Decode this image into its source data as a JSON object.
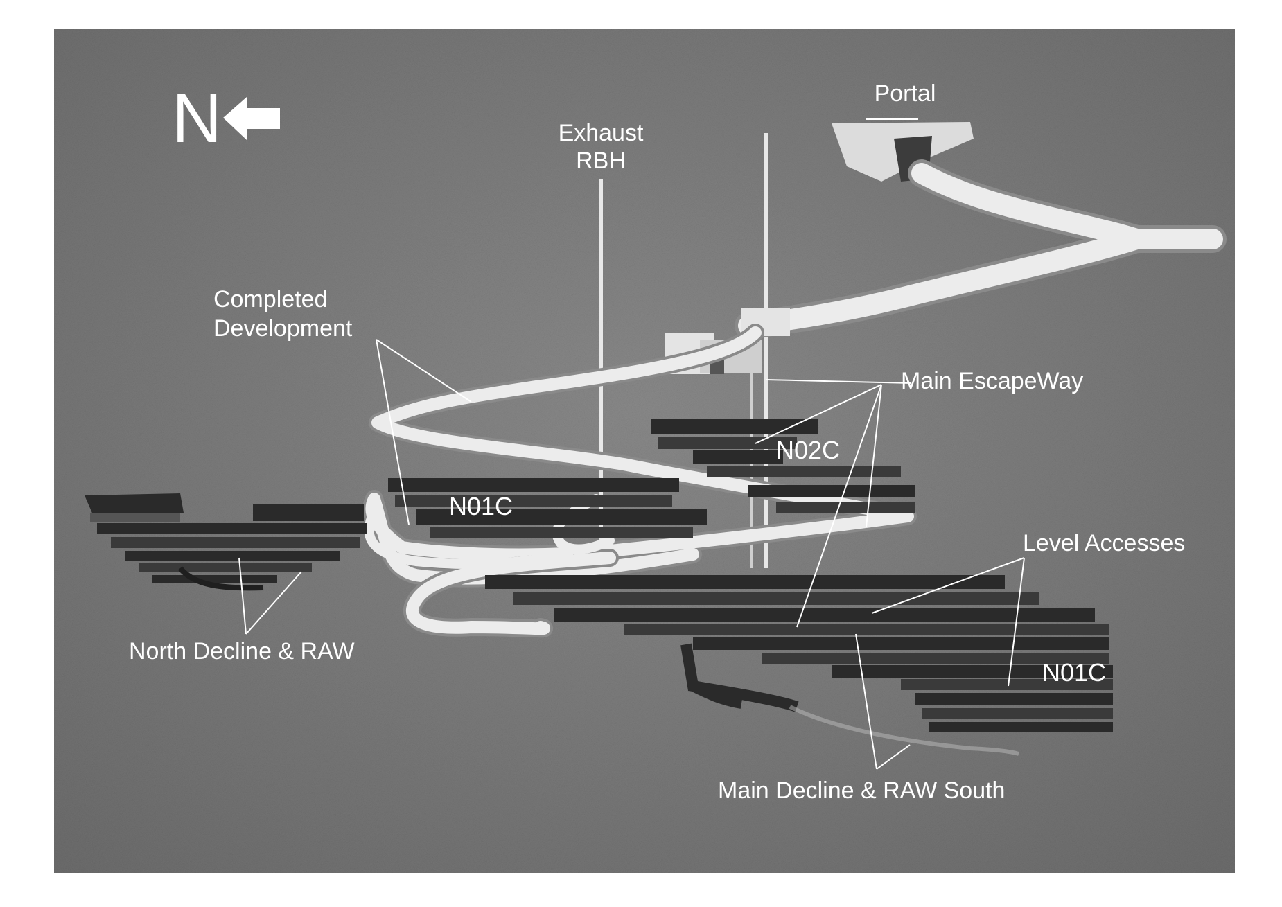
{
  "north_label": "N",
  "labels": {
    "portal": "Portal",
    "exhaust_line1": "Exhaust",
    "exhaust_line2": "RBH",
    "completed_line1": "Completed",
    "completed_line2": "Development",
    "main_escapeway": "Main EscapeWay",
    "n02c": "N02C",
    "n01c_center": "N01C",
    "n01c_right": "N01C",
    "level_accesses": "Level Accesses",
    "north_decline": "North Decline & RAW",
    "main_decline": "Main Decline & RAW South"
  },
  "colors": {
    "background": "#7a7a7a",
    "development": "#ececec",
    "orebody": "#2a2a2a",
    "text": "#ffffff"
  }
}
